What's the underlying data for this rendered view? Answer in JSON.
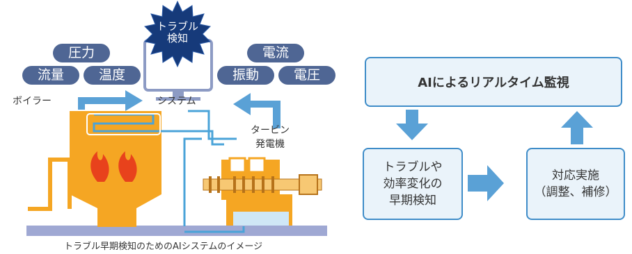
{
  "illustration": {
    "alert": "トラブル\n検知",
    "tags_left": [
      "圧力",
      "流量",
      "温度"
    ],
    "tags_right": [
      "電流",
      "振動",
      "電圧"
    ],
    "boiler_label": "ボイラー",
    "system_label": "システム",
    "turbine_label": "タービン\n発電機",
    "caption": "トラブル早期検知のためのAIシステムのイメージ"
  },
  "flow": {
    "top": "AIによるリアルタイム監視",
    "left": "トラブルや\n効率変化の\n早期検知",
    "right": "対応実施\n（調整、補修）"
  },
  "colors": {
    "navy": "#163a7a",
    "pill": "#4f6694",
    "arrow": "#5aa1d6",
    "orange": "#f5a623",
    "flame": "#e8421c",
    "pipe": "#4aa3d8",
    "box_border": "#3e8cc8",
    "box_fill": "#eaf3fa"
  }
}
